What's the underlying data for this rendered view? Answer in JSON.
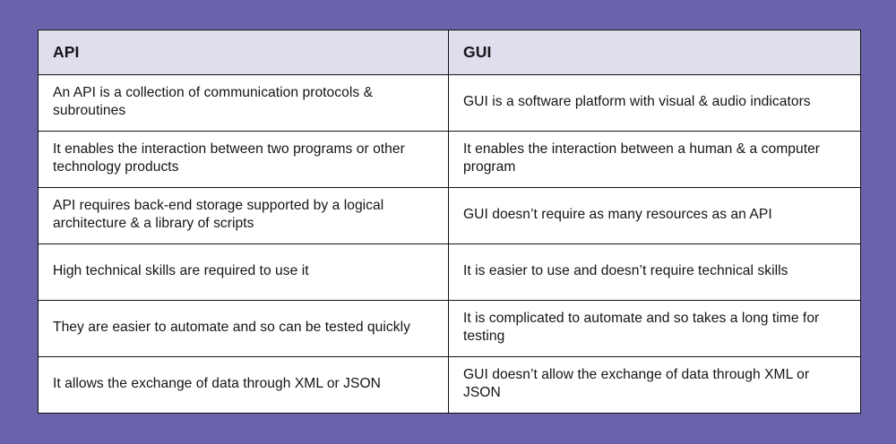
{
  "theme": {
    "background_color": "#6a63ac",
    "header_cell_color": "#dedeec",
    "cell_color": "#ffffff",
    "border_color": "#111111",
    "text_color": "#14141a"
  },
  "table": {
    "name": "api-vs-gui-comparison",
    "columns": [
      {
        "key": "api",
        "label": "API"
      },
      {
        "key": "gui",
        "label": "GUI"
      }
    ],
    "rows": [
      {
        "api": "An API is a collection of communication protocols & subroutines",
        "gui": "GUI is a software platform with visual & audio indicators"
      },
      {
        "api": "It enables the interaction between two programs or other technology products",
        "gui": "It enables the interaction between a human & a computer program"
      },
      {
        "api": "API requires back-end storage supported by a logical architecture & a library of scripts",
        "gui": "GUI doesn’t require as many resources as an API"
      },
      {
        "api": "High technical skills are required to use it",
        "gui": "It is easier to use and doesn’t require technical skills"
      },
      {
        "api": "They are easier to automate and so can be tested quickly",
        "gui": "It is complicated to automate and so takes a long time for testing"
      },
      {
        "api": "It allows the exchange of data through XML or JSON",
        "gui": "GUI doesn’t allow the exchange of data through XML or JSON"
      }
    ]
  }
}
